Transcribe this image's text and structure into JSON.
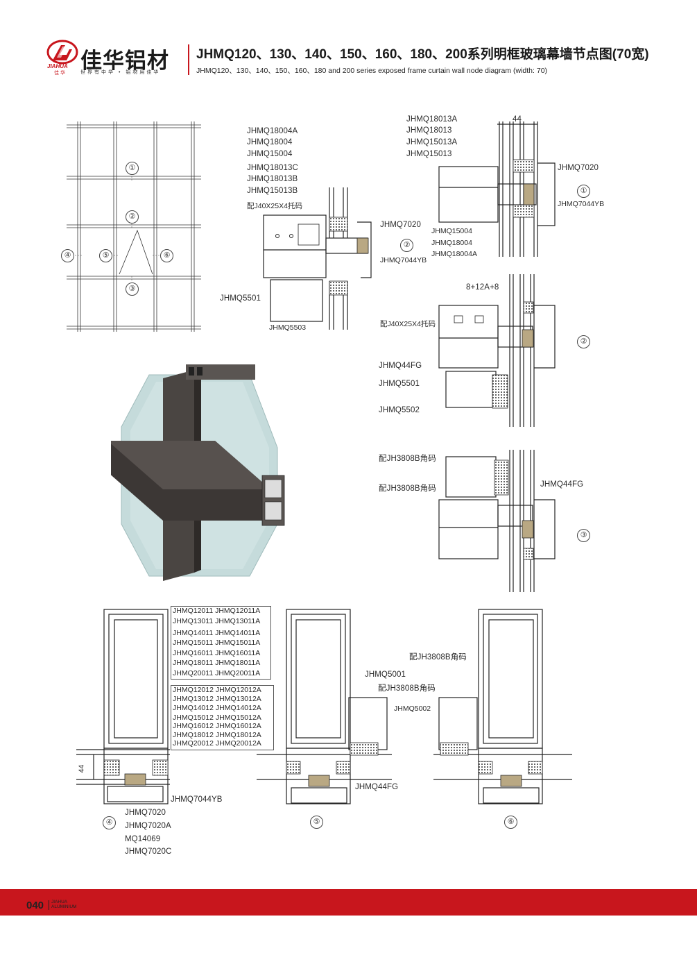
{
  "header": {
    "brand_cn": "佳华铝材",
    "brand_en": "JIAHUA",
    "brand_small": "佳 华",
    "slogan": "世界有中华 • 铝材用佳华",
    "title_cn": "JHMQ120、130、140、150、160、180、200系列明框玻璃幕墙节点图(70宽)",
    "title_en": "JHMQ120、130、140、150、160、180 and 200 series exposed frame curtain wall node diagram (width: 70)"
  },
  "grid_diagram": {
    "markers": [
      "①",
      "②",
      "③",
      "④",
      "⑤",
      "⑥"
    ]
  },
  "node_left_top": {
    "labels": [
      "JHMQ18004A",
      "JHMQ18004",
      "JHMQ15004",
      "JHMQ18013C",
      "JHMQ18013B",
      "JHMQ15013B"
    ],
    "bracket": "配J40X25X4托码",
    "gasket": "JHMQ7020",
    "cover": "JHMQ7044YB",
    "sub1": "JHMQ5501",
    "sub2": "JHMQ5503"
  },
  "node_1": {
    "labels": [
      "JHMQ18013A",
      "JHMQ18013",
      "JHMQ15013A",
      "JHMQ15013"
    ],
    "dim": "44",
    "gasket": "JHMQ7020",
    "cover": "JHMQ7044YB",
    "marker": "①",
    "bottom_labels": [
      "JHMQ15004",
      "JHMQ18004",
      "JHMQ18004A"
    ]
  },
  "node_2": {
    "dim": "8+12A+8",
    "bracket": "配J40X25X4托码",
    "labels": [
      "JHMQ44FG",
      "JHMQ5501",
      "JHMQ5502"
    ],
    "marker": "②",
    "marker_left": "②"
  },
  "node_3": {
    "labels": [
      "配JH3808B角码",
      "配JH3808B角码",
      "JHMQ44FG"
    ],
    "marker": "③"
  },
  "node_4": {
    "group1": [
      "JHMQ12011 JHMQ12011A",
      "JHMQ13011 JHMQ13011A",
      "JHMQ14011 JHMQ14011A",
      "JHMQ15011 JHMQ15011A",
      "JHMQ16011 JHMQ16011A",
      "JHMQ18011 JHMQ18011A",
      "JHMQ20011 JHMQ20011A"
    ],
    "group2": [
      "JHMQ12012 JHMQ12012A",
      "JHMQ13012 JHMQ13012A",
      "JHMQ14012 JHMQ14012A",
      "JHMQ15012 JHMQ15012A",
      "JHMQ16012 JHMQ16012A",
      "JHMQ18012 JHMQ18012A",
      "JHMQ20012 JHMQ20012A"
    ],
    "dim": "44",
    "cover": "JHMQ7044YB",
    "gaskets": [
      "JHMQ7020",
      "JHMQ7020A",
      "MQ14069",
      "JHMQ7020C"
    ],
    "marker": "④"
  },
  "node_56": {
    "labels": [
      "配JH3808B角码",
      "JHMQ5001",
      "配JH3808B角码",
      "JHMQ5002",
      "JHMQ44FG"
    ],
    "marker5": "⑤",
    "marker6": "⑥"
  },
  "footer": {
    "page_number": "040",
    "company_line1": "JIAHUA",
    "company_line2": "ALUMINIUM"
  },
  "colors": {
    "accent_red": "#c8161d",
    "profile_fill": "#4a4542",
    "glass": "#bcd5d5"
  }
}
